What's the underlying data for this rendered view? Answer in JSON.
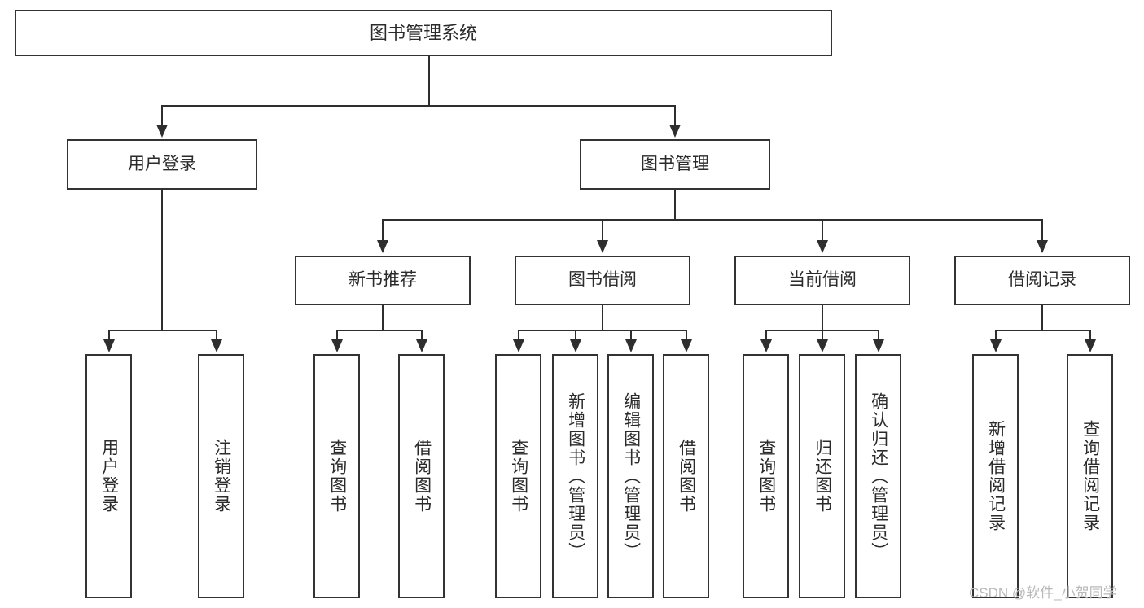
{
  "diagram": {
    "type": "tree-hierarchy-chart",
    "title": "图书管理系统",
    "watermark": "CSDN @软件_小贺同学",
    "colors": {
      "box_border": "#333333",
      "box_fill": "#ffffff",
      "connector": "#2e2e2e",
      "text": "#2b2b2b",
      "watermark": "#b9b9b9",
      "page_background": "#ffffff"
    },
    "root": {
      "label": "图书管理系统"
    },
    "level1": [
      {
        "id": "user-login",
        "label": "用户登录"
      },
      {
        "id": "book-management",
        "label": "图书管理"
      }
    ],
    "level2": [
      {
        "id": "new-book-recommend",
        "label": "新书推荐",
        "parent": "book-management"
      },
      {
        "id": "book-borrow",
        "label": "图书借阅",
        "parent": "book-management"
      },
      {
        "id": "current-borrow",
        "label": "当前借阅",
        "parent": "book-management"
      },
      {
        "id": "borrow-record",
        "label": "借阅记录",
        "parent": "book-management"
      }
    ],
    "leaves": {
      "user_login": [
        {
          "id": "leaf-user-login",
          "label": "用户登录"
        },
        {
          "id": "leaf-user-logout",
          "label": "注销登录"
        }
      ],
      "new_book_recommend": [
        {
          "id": "leaf-query-book-1",
          "label": "查询图书"
        },
        {
          "id": "leaf-borrow-book-1",
          "label": "借阅图书"
        }
      ],
      "book_borrow": [
        {
          "id": "leaf-query-book-2",
          "label": "查询图书"
        },
        {
          "id": "leaf-add-book",
          "label": "新增图书（管理员）"
        },
        {
          "id": "leaf-edit-book",
          "label": "编辑图书（管理员）"
        },
        {
          "id": "leaf-borrow-book-2",
          "label": "借阅图书"
        }
      ],
      "current_borrow": [
        {
          "id": "leaf-query-book-3",
          "label": "查询图书"
        },
        {
          "id": "leaf-return-book",
          "label": "归还图书"
        },
        {
          "id": "leaf-confirm-return",
          "label": "确认归还（管理员）"
        }
      ],
      "borrow_record": [
        {
          "id": "leaf-add-record",
          "label": "新增借阅记录"
        },
        {
          "id": "leaf-query-record",
          "label": "查询借阅记录"
        }
      ]
    }
  }
}
